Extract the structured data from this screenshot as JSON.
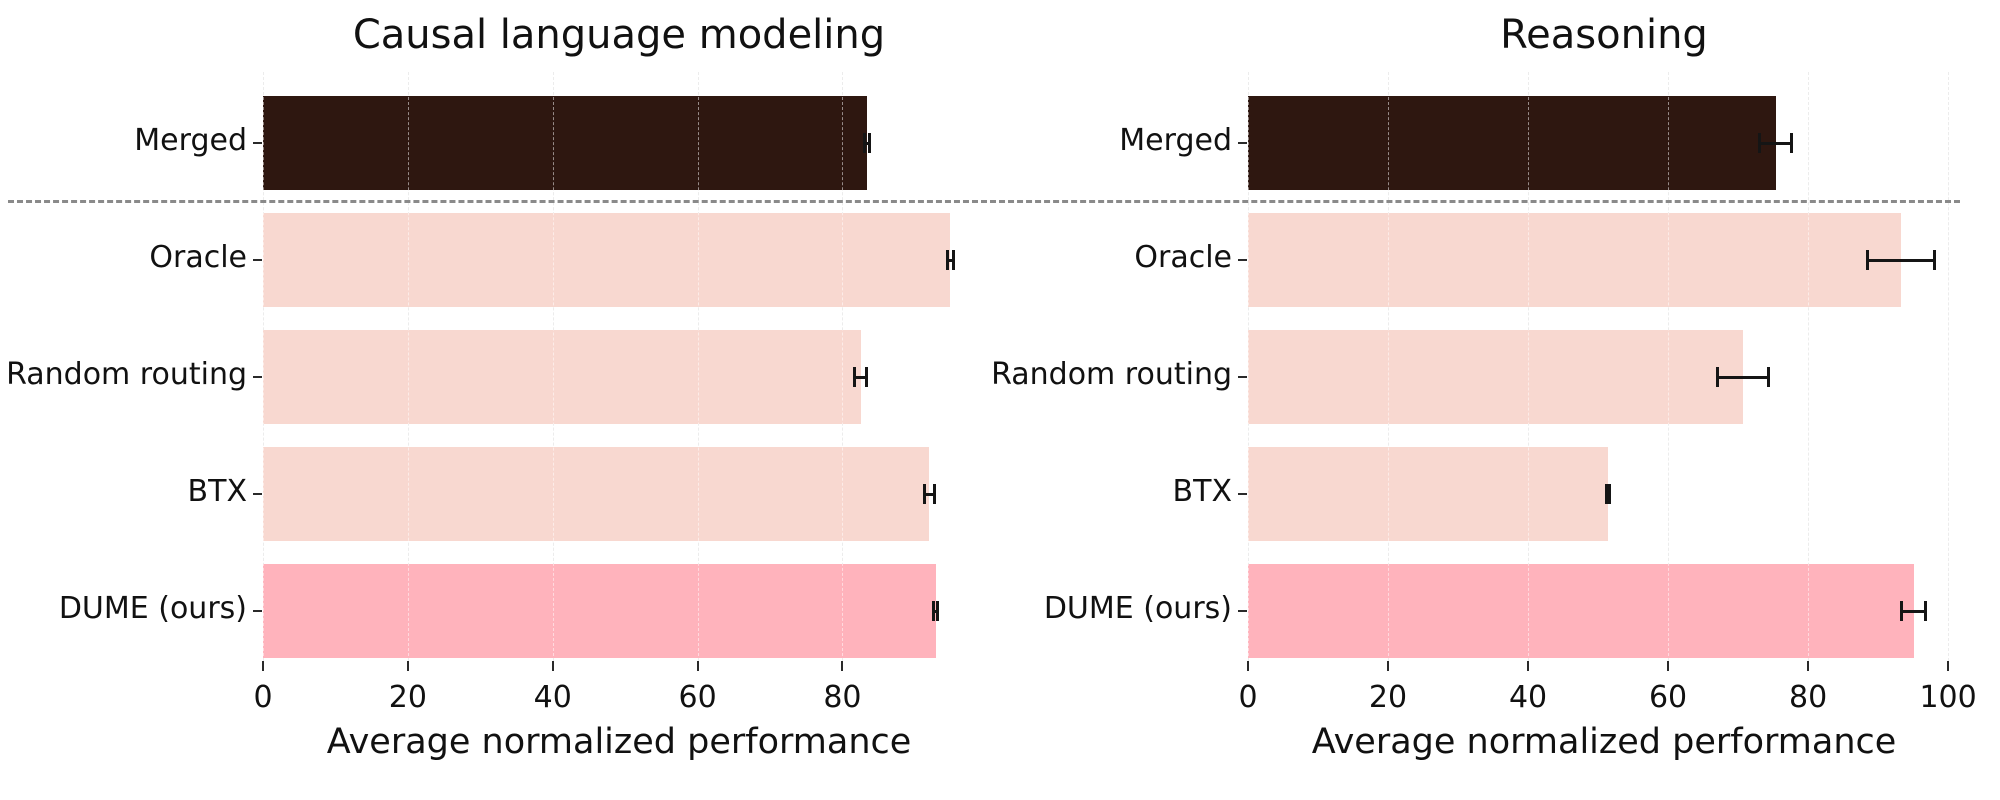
{
  "chart_data": [
    {
      "type": "bar",
      "orientation": "horizontal",
      "title": "Causal language modeling",
      "xlabel": "Average normalized performance",
      "categories": [
        "Merged",
        "Oracle",
        "Random routing",
        "BTX",
        "DUME (ours)"
      ],
      "values": [
        83.4,
        94.9,
        82.5,
        92.0,
        92.9
      ],
      "errors": [
        0.5,
        0.6,
        1.0,
        0.9,
        0.5
      ],
      "color_roles": [
        "dark",
        "light",
        "light",
        "light",
        "highlight"
      ],
      "xticks": [
        0,
        20,
        40,
        60,
        80
      ],
      "xtick_labels": [
        "0",
        "20",
        "40",
        "60",
        "80"
      ],
      "xlim": [
        0,
        98.3
      ],
      "grid": "vertical-dashed",
      "separator_after_index": 0,
      "legend": "none"
    },
    {
      "type": "bar",
      "orientation": "horizontal",
      "title": "Reasoning",
      "xlabel": "Average normalized performance",
      "categories": [
        "Merged",
        "Oracle",
        "Random routing",
        "BTX",
        "DUME (ours)"
      ],
      "values": [
        75.4,
        93.3,
        70.7,
        51.4,
        95.1
      ],
      "errors": [
        2.5,
        5.0,
        3.9,
        0.4,
        1.9
      ],
      "color_roles": [
        "dark",
        "light",
        "light",
        "light",
        "highlight"
      ],
      "xticks": [
        0,
        20,
        40,
        60,
        80,
        100
      ],
      "xtick_labels": [
        "0",
        "20",
        "40",
        "60",
        "80",
        "100"
      ],
      "xlim": [
        0,
        101.7
      ],
      "grid": "vertical-dashed",
      "separator_after_index": 0,
      "legend": "none"
    }
  ],
  "colors": {
    "bar_dark": "#2e1710",
    "bar_light": "#f8d8d0",
    "bar_highlight": "#ffb3bc",
    "grid": "#d9d9d9",
    "separator": "#8a8a8a",
    "error_bar": "#151515",
    "text": "#111111",
    "background": "#ffffff"
  }
}
